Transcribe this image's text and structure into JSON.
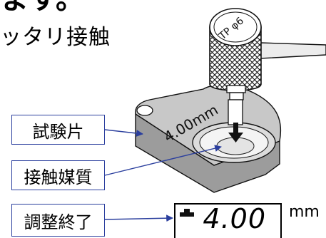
{
  "instructions": {
    "line1": "ます。",
    "line2": "ッタリ接触"
  },
  "labels": {
    "specimen": "試験片",
    "medium": "接触媒質",
    "adjust_done": "調整終了"
  },
  "specimen": {
    "engraving": "4.00mm"
  },
  "probe": {
    "engraving": "TP φ6"
  },
  "display": {
    "value": "4.00",
    "unit": "mm"
  },
  "colors": {
    "leader_line": "#2b3f9e",
    "specimen_fill": "#aeaeae",
    "specimen_top": "#cfcfcf"
  }
}
